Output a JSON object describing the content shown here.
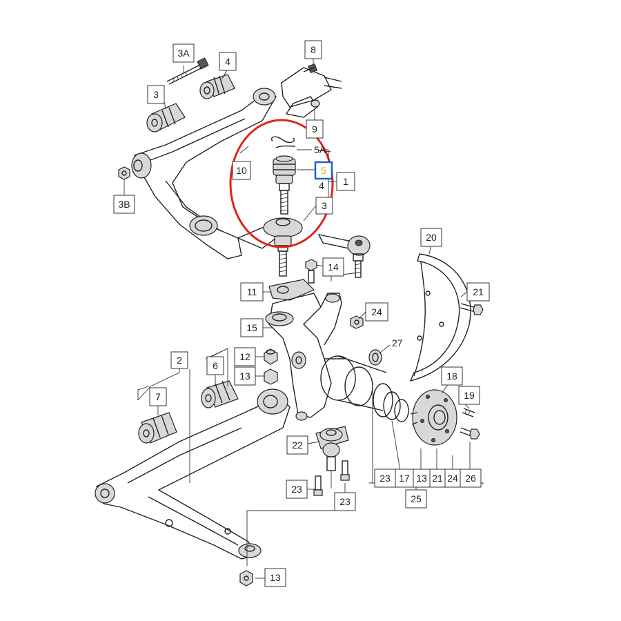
{
  "watermark": "",
  "labels": {
    "3A": "3A",
    "4a": "4",
    "8": "8",
    "3a": "3",
    "9": "9",
    "5A": "5A",
    "5": "5",
    "4b": "4",
    "1": "1",
    "10": "10",
    "3b": "3",
    "3B": "3B",
    "20": "20",
    "14": "14",
    "11": "11",
    "21a": "21",
    "24a": "24",
    "15": "15",
    "27": "27",
    "12": "12",
    "13a": "13",
    "2": "2",
    "6": "6",
    "7": "7",
    "18": "18",
    "19": "19",
    "22": "22",
    "23a": "23",
    "17": "17",
    "13b": "13",
    "21b": "21",
    "24b": "24",
    "26": "26",
    "25": "25",
    "23b": "23",
    "23c": "23",
    "13c": "13"
  },
  "highlight": {
    "circle_color": "#e0241b",
    "selected_box_color": "#1f5fc8",
    "selected_label_color": "#c8b400"
  }
}
